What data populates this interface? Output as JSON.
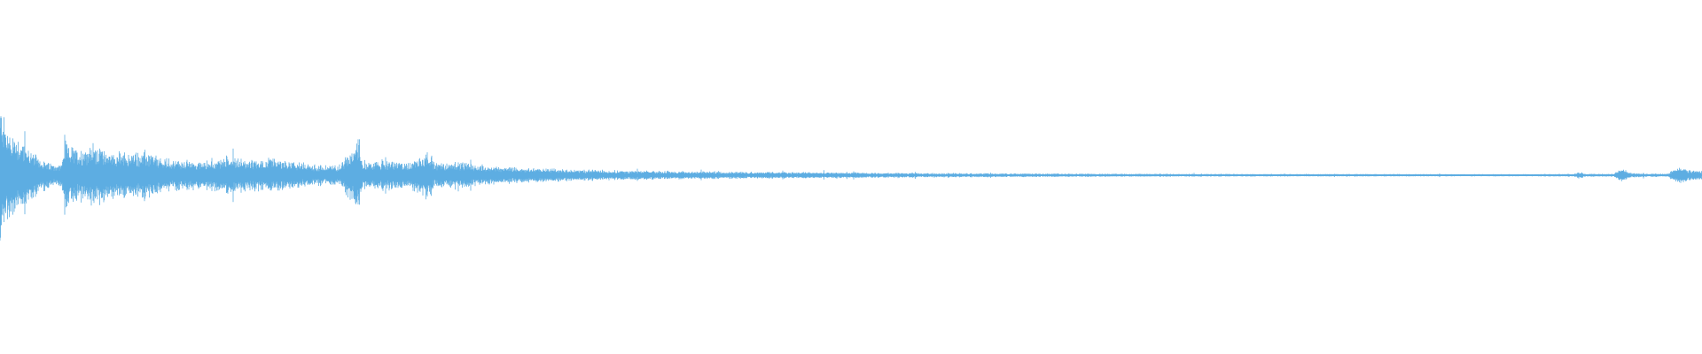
{
  "waveform": {
    "color": "#5DADE2",
    "background": "#FFFFFF",
    "amplitude_envelope": [
      [
        0.0,
        0.4
      ],
      [
        0.004,
        0.26
      ],
      [
        0.012,
        0.2
      ],
      [
        0.02,
        0.12
      ],
      [
        0.03,
        0.06
      ],
      [
        0.036,
        0.06
      ],
      [
        0.038,
        0.18
      ],
      [
        0.045,
        0.14
      ],
      [
        0.055,
        0.17
      ],
      [
        0.065,
        0.13
      ],
      [
        0.075,
        0.12
      ],
      [
        0.085,
        0.13
      ],
      [
        0.095,
        0.09
      ],
      [
        0.11,
        0.08
      ],
      [
        0.125,
        0.08
      ],
      [
        0.135,
        0.11
      ],
      [
        0.145,
        0.08
      ],
      [
        0.16,
        0.09
      ],
      [
        0.175,
        0.07
      ],
      [
        0.19,
        0.05
      ],
      [
        0.2,
        0.06
      ],
      [
        0.211,
        0.22
      ],
      [
        0.213,
        0.07
      ],
      [
        0.225,
        0.08
      ],
      [
        0.24,
        0.07
      ],
      [
        0.252,
        0.14
      ],
      [
        0.255,
        0.07
      ],
      [
        0.27,
        0.07
      ],
      [
        0.29,
        0.05
      ],
      [
        0.31,
        0.04
      ],
      [
        0.34,
        0.03
      ],
      [
        0.37,
        0.025
      ],
      [
        0.4,
        0.022
      ],
      [
        0.45,
        0.018
      ],
      [
        0.5,
        0.015
      ],
      [
        0.55,
        0.012
      ],
      [
        0.6,
        0.01
      ],
      [
        0.65,
        0.009
      ],
      [
        0.7,
        0.008
      ],
      [
        0.75,
        0.007
      ],
      [
        0.8,
        0.007
      ],
      [
        0.85,
        0.006
      ],
      [
        0.9,
        0.006
      ],
      [
        0.925,
        0.008
      ],
      [
        0.928,
        0.02
      ],
      [
        0.932,
        0.008
      ],
      [
        0.948,
        0.008
      ],
      [
        0.953,
        0.04
      ],
      [
        0.958,
        0.012
      ],
      [
        0.98,
        0.008
      ],
      [
        0.986,
        0.05
      ],
      [
        0.992,
        0.03
      ],
      [
        1.0,
        0.025
      ]
    ]
  }
}
